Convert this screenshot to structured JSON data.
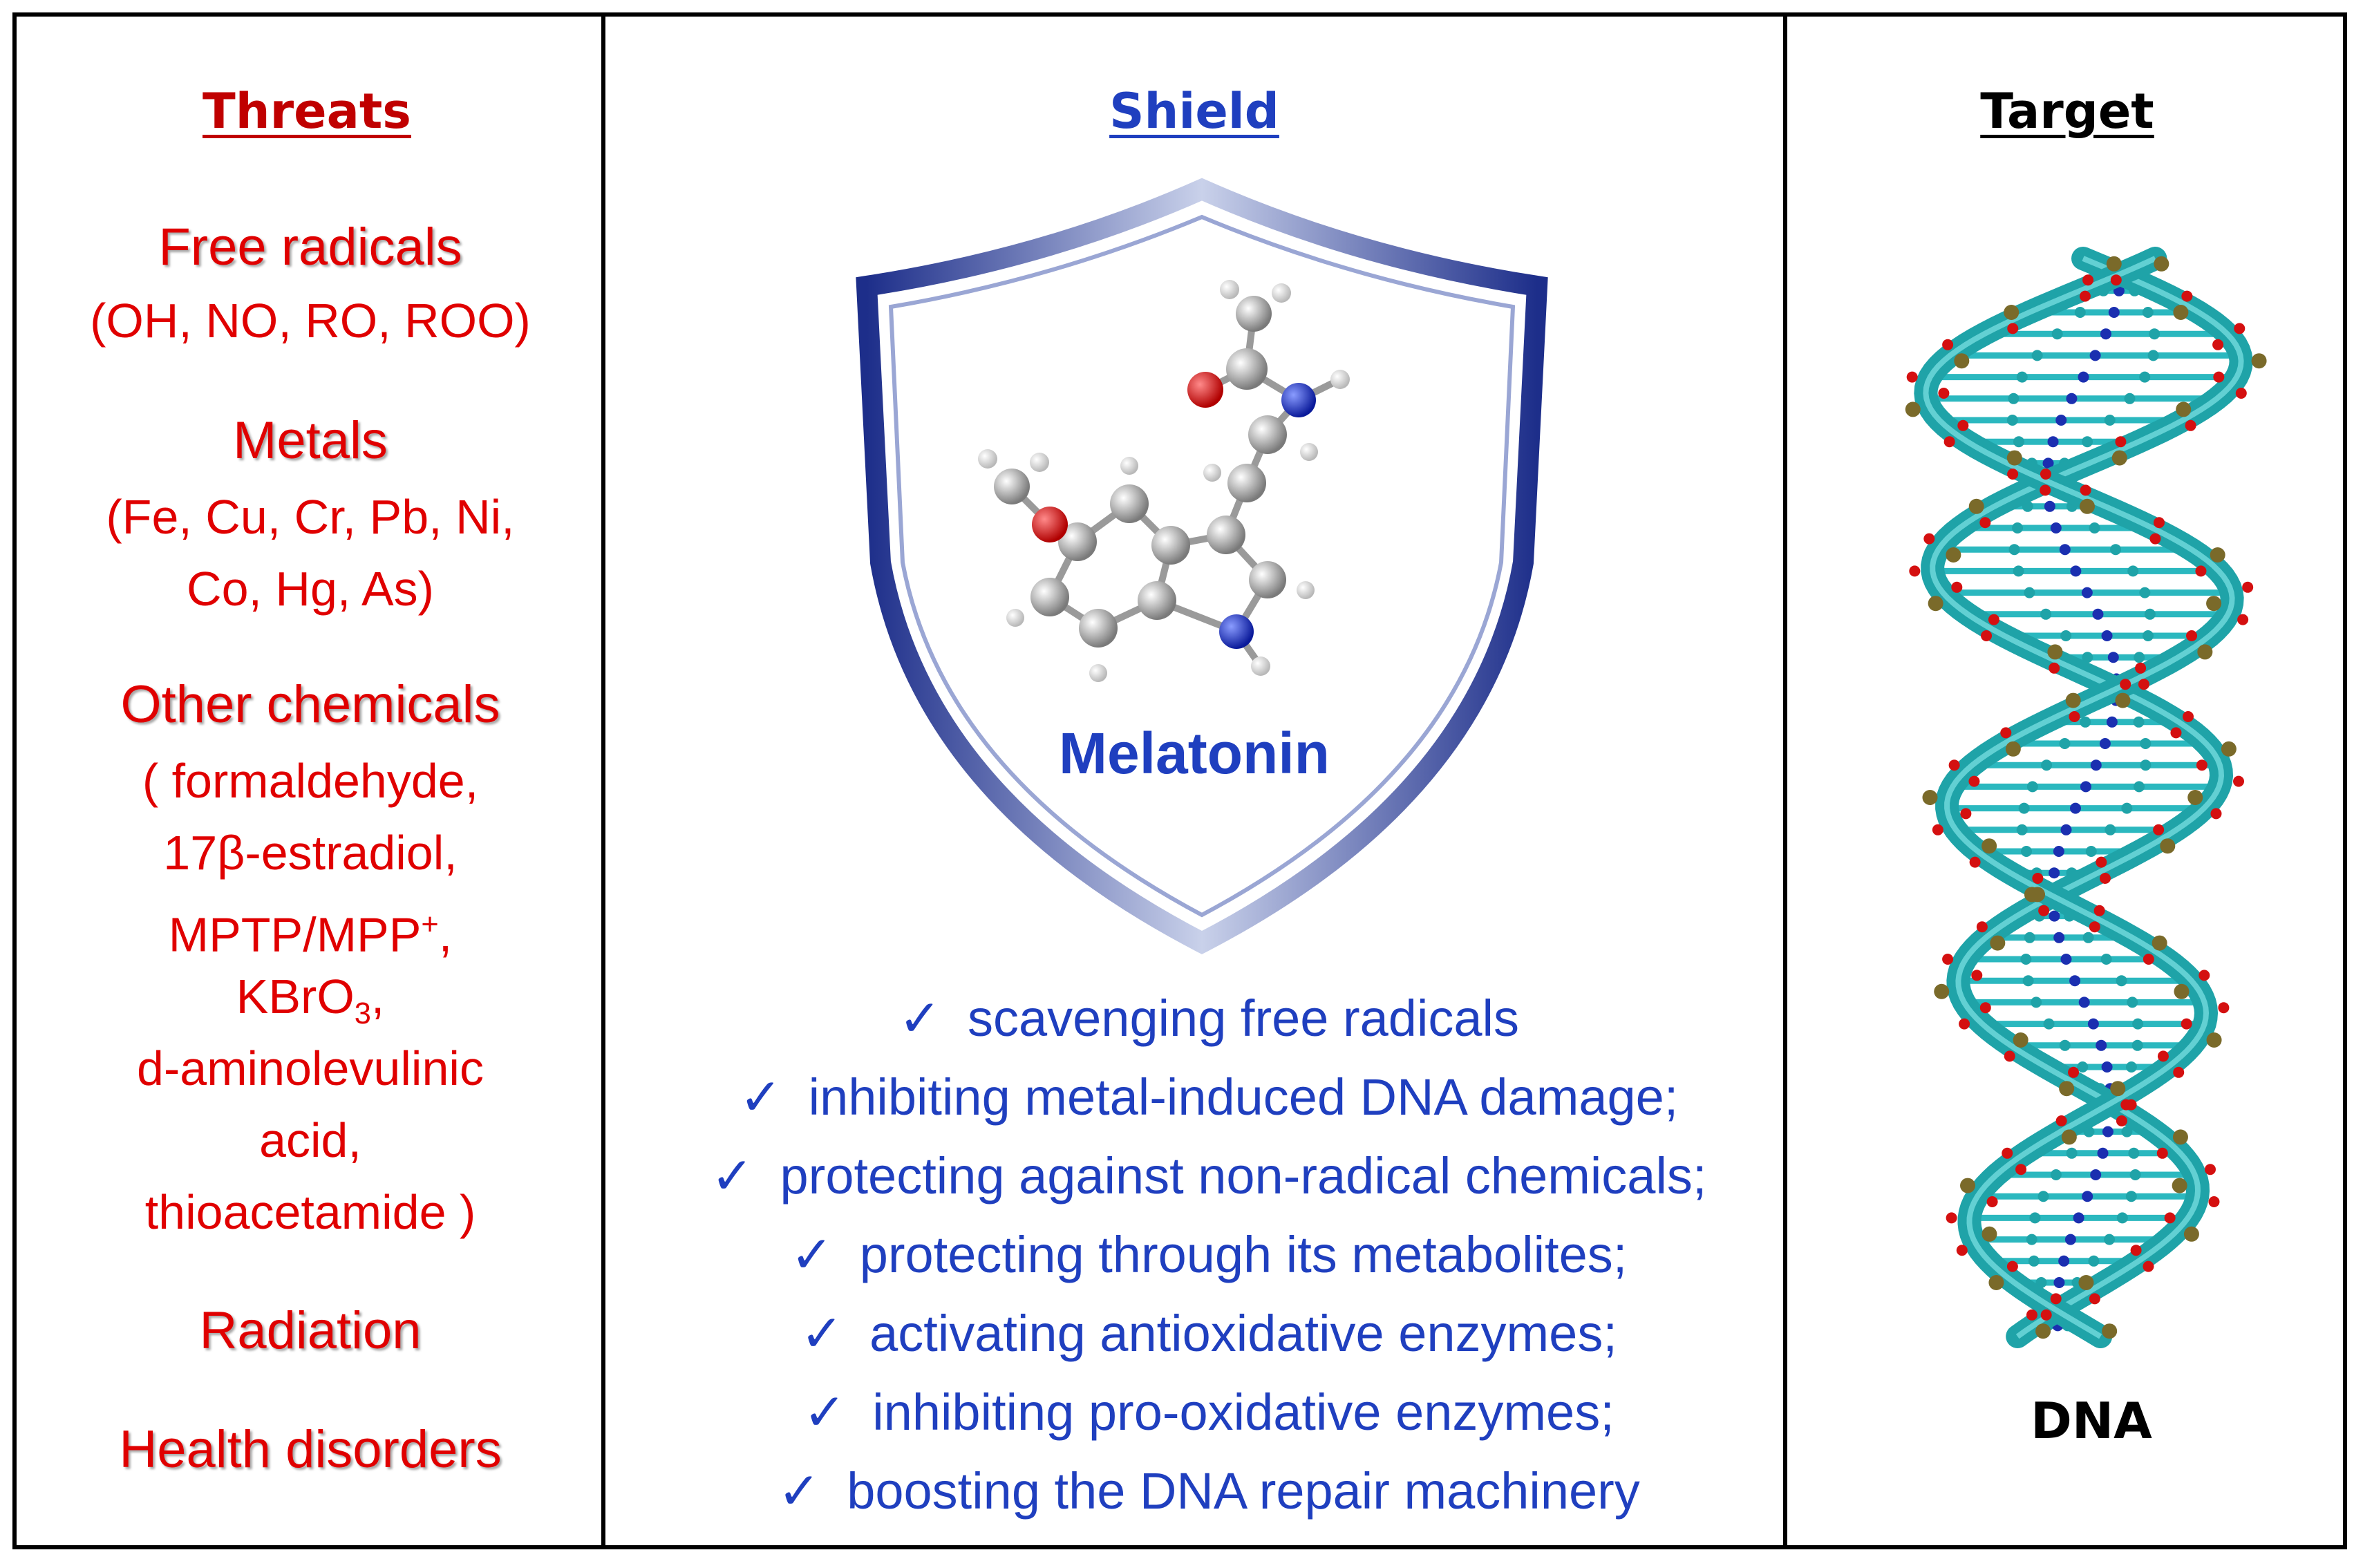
{
  "threats": {
    "heading": "Threats",
    "heading_color": "#c00000",
    "free_radicals": {
      "title": "Free radicals",
      "detail": "(OH, NO, RO, ROO)"
    },
    "metals": {
      "title": "Metals",
      "detail_line1": "(Fe, Cu, Cr, Pb, Ni,",
      "detail_line2": "Co, Hg, As)"
    },
    "other_chemicals": {
      "title": "Other chemicals",
      "line1": "( formaldehyde,",
      "line2": "17β-estradiol,",
      "line3_base": "MPTP/MPP",
      "line3_sup": "+",
      "line3_end": ",",
      "line4_base": "KBrO",
      "line4_sub": "3",
      "line4_end": ",",
      "line5": "d-aminolevulinic",
      "line6": "acid,",
      "line7": "thioacetamide )"
    },
    "radiation": "Radiation",
    "health_disorders": "Health disorders",
    "color": "#e00000"
  },
  "shield": {
    "heading": "Shield",
    "heading_color": "#1f3fbf",
    "label": "Melatonin",
    "check_symbol": "✓",
    "mechanisms": [
      "scavenging free radicals",
      "inhibiting metal-induced DNA damage;",
      "protecting against non-radical chemicals;",
      "protecting through its metabolites;",
      "activating antioxidative enzymes;",
      "inhibiting pro-oxidative enzymes;",
      "boosting the DNA repair machinery"
    ],
    "color": "#1f3fbf"
  },
  "target": {
    "heading": "Target",
    "label": "DNA",
    "helix_color": "#1fa3a8"
  }
}
